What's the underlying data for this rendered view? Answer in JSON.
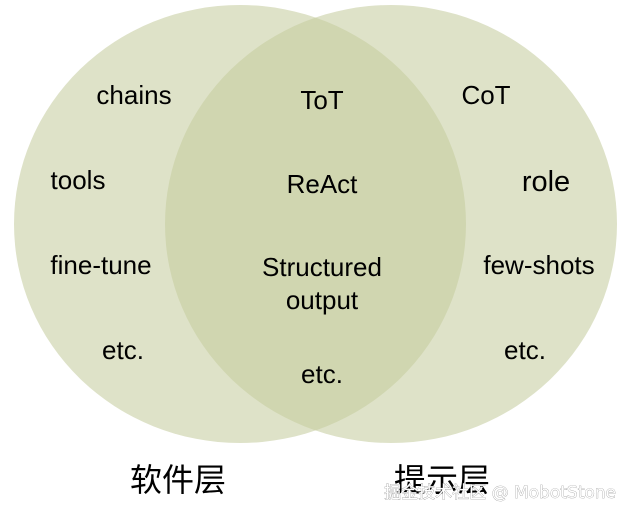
{
  "colors": {
    "circle_fill": "#dee2c8",
    "overlap_fill": "#d0d6b0",
    "text": "#000000",
    "watermark": "#ffffff"
  },
  "left_set": {
    "caption": "软件层",
    "items": [
      "chains",
      "tools",
      "fine-tune",
      "etc."
    ]
  },
  "overlap": {
    "items": [
      "ToT",
      "ReAct",
      "Structured",
      "output",
      "etc."
    ]
  },
  "right_set": {
    "caption": "提示层",
    "items": [
      "CoT",
      "role",
      "few-shots",
      "etc."
    ]
  },
  "watermark": "掘金技术社区 @ MobotStone"
}
